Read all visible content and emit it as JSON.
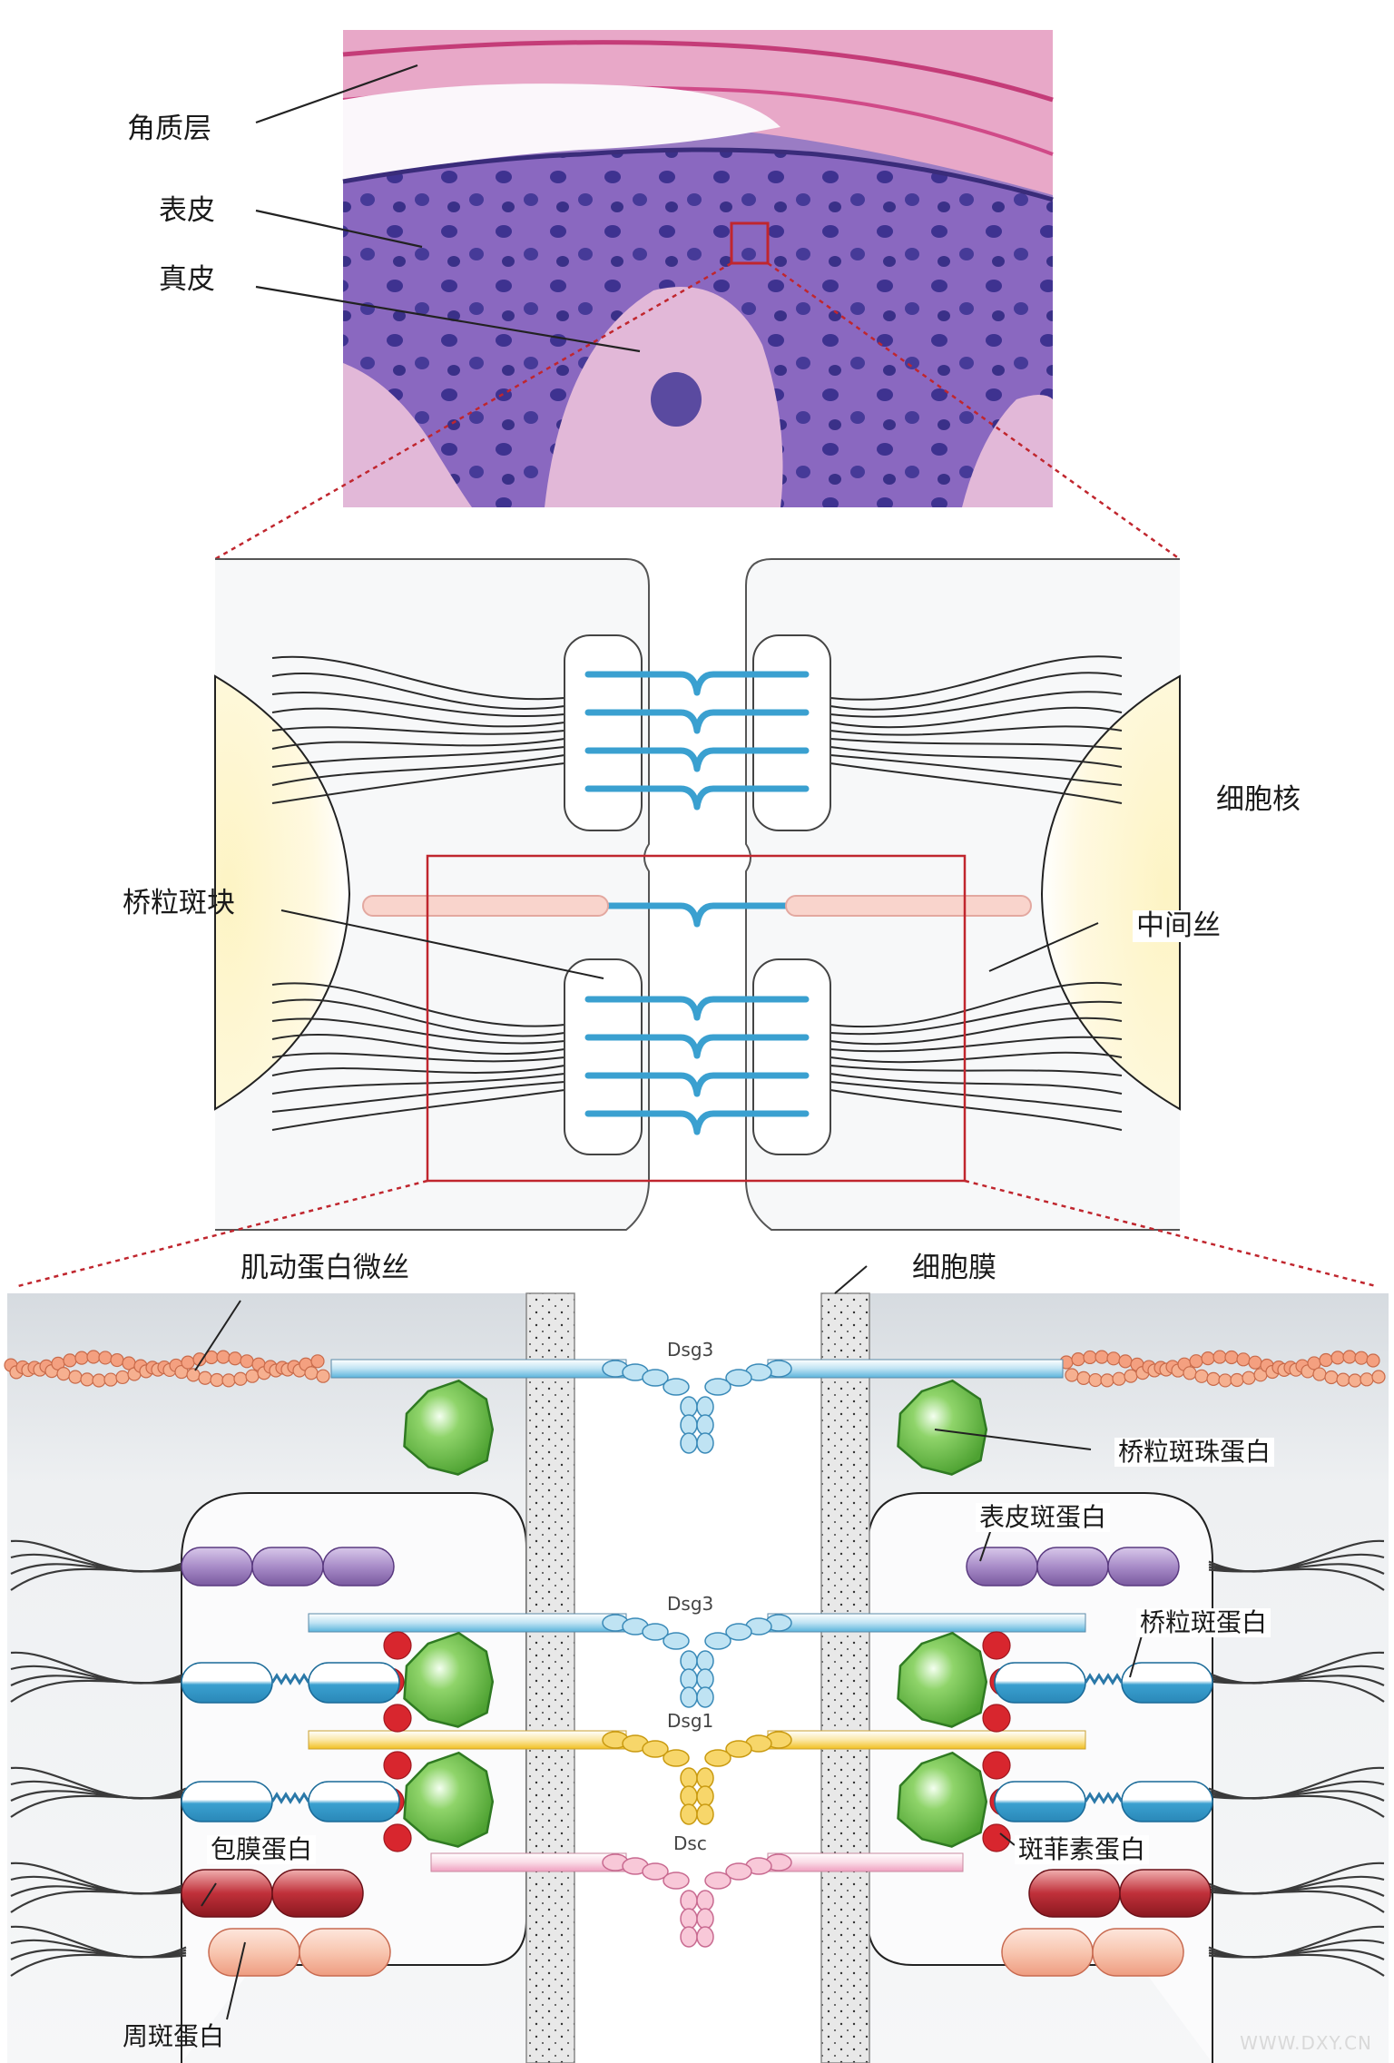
{
  "labels": {
    "stratum_corneum": "角质层",
    "epidermis": "表皮",
    "dermis": "真皮",
    "nucleus": "细胞核",
    "desmosomal_plaque": "桥粒斑块",
    "intermediate_filament": "中间丝",
    "actin_filament": "肌动蛋白微丝",
    "cell_membrane": "细胞膜",
    "plakoglobin": "桥粒斑珠蛋白",
    "periplakin_top": "表皮斑蛋白",
    "desmoplakin": "桥粒斑蛋白",
    "plakophilin": "斑菲素蛋白",
    "envoplakin": "包膜蛋白",
    "periplakin_bottom": "周斑蛋白"
  },
  "cadherins": {
    "dsg3_a": "Dsg3",
    "dsg3_b": "Dsg3",
    "dsg1": "Dsg1",
    "dsc": "Dsc"
  },
  "watermark": "WWW.DXY.CN",
  "colors": {
    "connector_red": "#c0262e",
    "cadherin_blue": "#5ab4dc",
    "dsg1_yellow": "#f2c020",
    "dsc_pink": "#f0a0c0",
    "plakoglobin_green": "#6cc24a",
    "envoplakin_dark_red": "#a8202c",
    "periplakin_salmon": "#f5b8a0",
    "periplakin_purple": "#9a78b8",
    "actin_orange": "#f4a080"
  }
}
